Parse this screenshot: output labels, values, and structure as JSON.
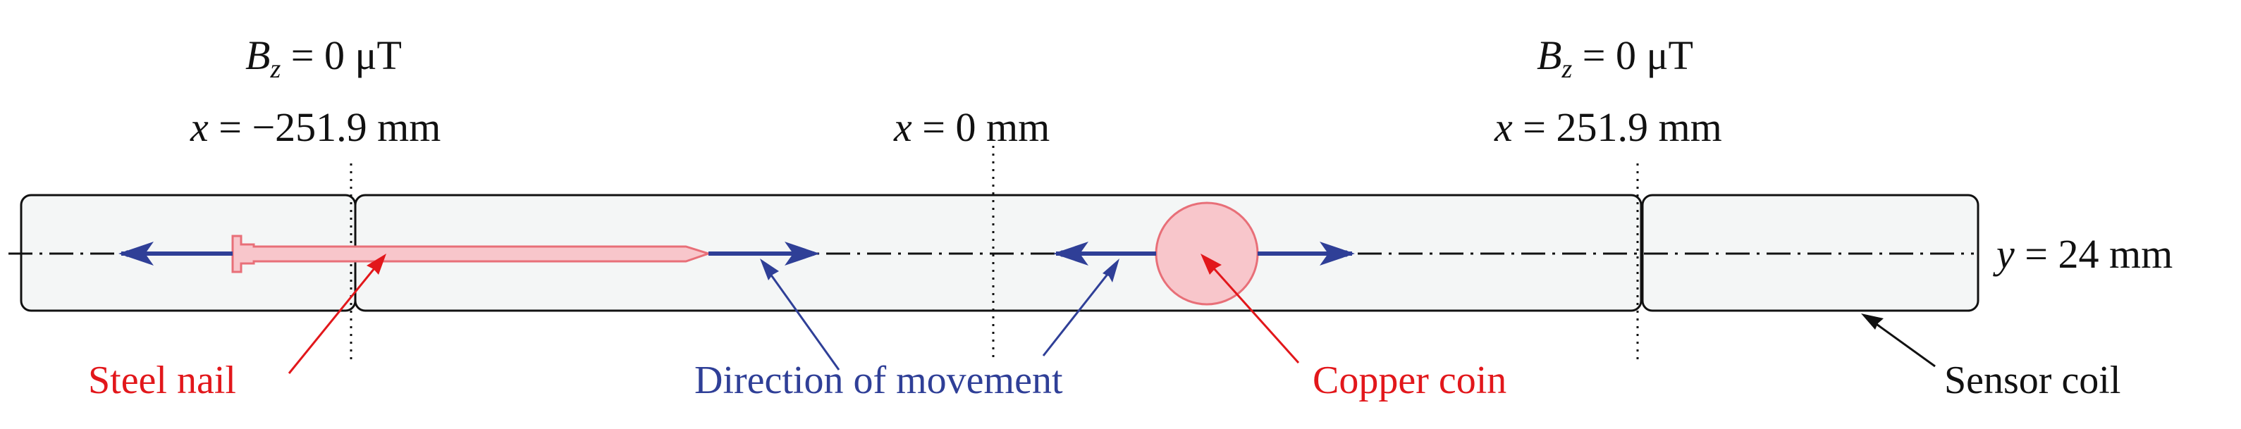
{
  "boundary_left": {
    "field_var": "B",
    "field_sub": "z",
    "field_rest": " = 0 μT",
    "pos_var": "x",
    "pos_rest": " = −251.9 mm"
  },
  "center": {
    "pos_var": "x",
    "pos_rest": " = 0 mm"
  },
  "boundary_right": {
    "field_var": "B",
    "field_sub": "z",
    "field_rest": " = 0 μT",
    "pos_var": "x",
    "pos_rest": " = 251.9 mm"
  },
  "axis_label": {
    "var": "y",
    "rest": " = 24 mm"
  },
  "labels": {
    "nail": "Steel nail",
    "movement": "Direction of movement",
    "coin": "Copper coin",
    "coil": "Sensor coil"
  },
  "colors": {
    "red": "#e2171b",
    "blue": "#2f3f97",
    "object_fill": "#f8c6cb",
    "object_stroke": "#e86f78",
    "coil_fill": "#f4f6f6",
    "line": "#111111"
  }
}
